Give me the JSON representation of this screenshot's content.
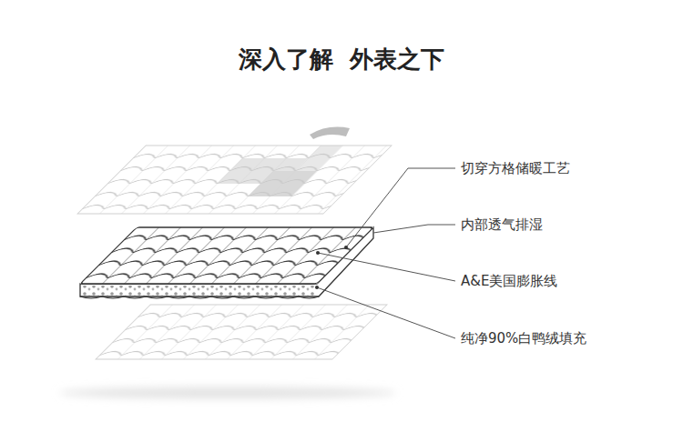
{
  "diagram": {
    "title": "深入了解  外表之下",
    "labels": [
      "切穿方格储暖工艺",
      "内部透气排湿",
      "A&E美国膨胀线",
      "纯净90%白鸭绒填充"
    ]
  }
}
